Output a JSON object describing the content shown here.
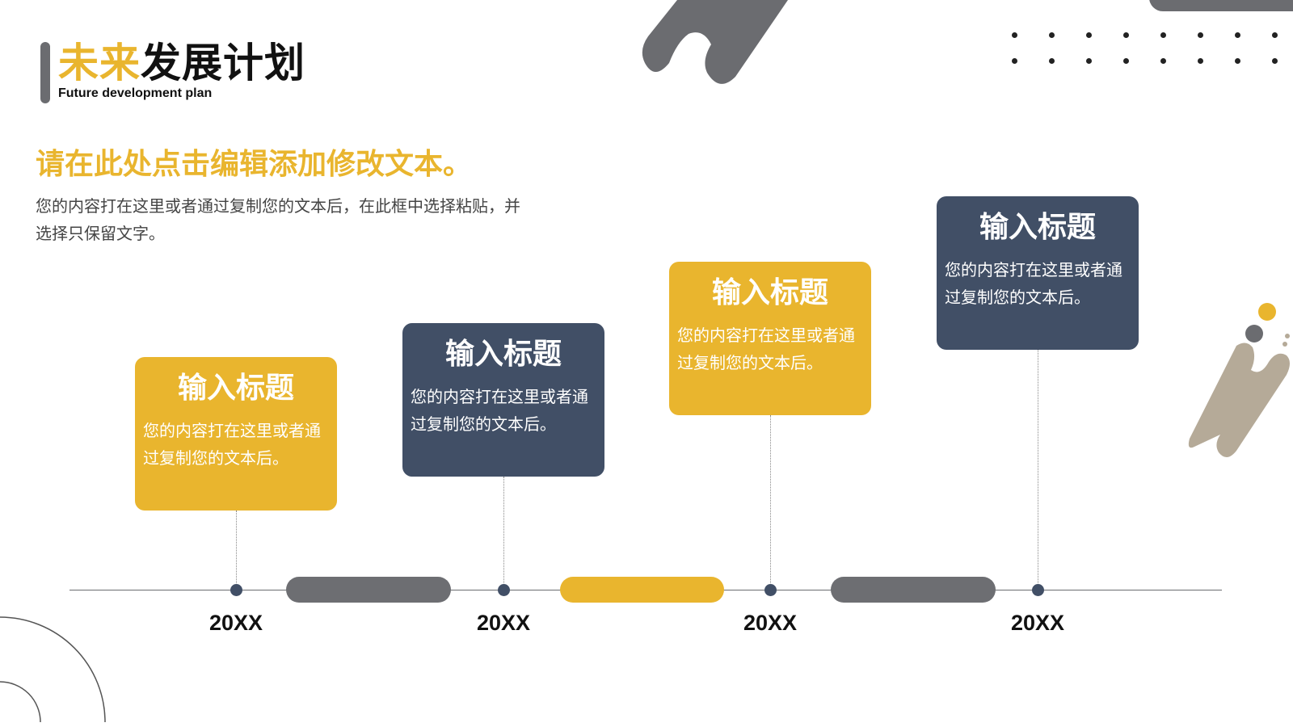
{
  "header": {
    "title_highlight": "未来",
    "title_rest": "发展计划",
    "subtitle": "Future development plan"
  },
  "intro": {
    "heading": "请在此处点击编辑添加修改文本。",
    "body": "您的内容打在这里或者通过复制您的文本后，在此框中选择粘贴，并选择只保留文字。"
  },
  "timeline": {
    "items": [
      {
        "year": "20XX",
        "card_title": "输入标题",
        "card_body": "您的内容打在这里或者通过复制您的文本后。",
        "card_color": "#e9b52e"
      },
      {
        "year": "20XX",
        "card_title": "输入标题",
        "card_body": "您的内容打在这里或者通过复制您的文本后。",
        "card_color": "#414f66"
      },
      {
        "year": "20XX",
        "card_title": "输入标题",
        "card_body": "您的内容打在这里或者通过复制您的文本后。",
        "card_color": "#e9b52e"
      },
      {
        "year": "20XX",
        "card_title": "输入标题",
        "card_body": "您的内容打在这里或者通过复制您的文本后。",
        "card_color": "#414f66"
      }
    ]
  },
  "colors": {
    "accent_gold": "#e9b52e",
    "navy": "#414f66",
    "gray": "#6d6e72",
    "taupe": "#b5aa98"
  }
}
